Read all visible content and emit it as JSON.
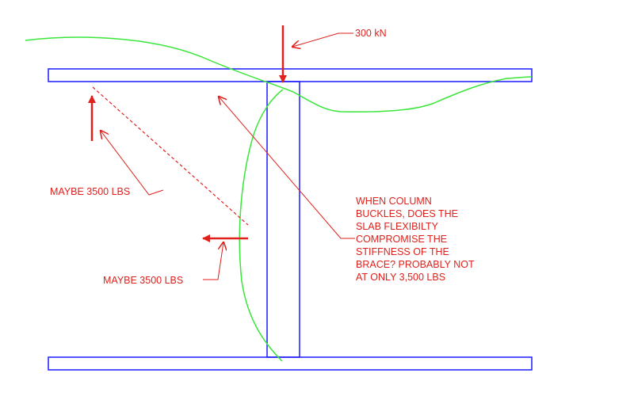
{
  "colors": {
    "structure": "#1a1aff",
    "annotation": "#e0201c",
    "deflected_shape": "#39e639",
    "background": "#ffffff"
  },
  "elements": {
    "top_slab": "slab",
    "bottom_slab": "slab",
    "column": "column",
    "brace": "brace (dashed)"
  },
  "labels": {
    "load": "300 kN",
    "maybe_upper": "MAYBE 3500 LBS",
    "maybe_lower": "MAYBE 3500 LBS",
    "question": [
      "WHEN COLUMN",
      "BUCKLES, DOES THE",
      "SLAB FLEXIBILTY",
      "COMPROMISE THE",
      "STIFFNESS OF THE",
      "BRACE?  PROBABLY NOT",
      "AT ONLY 3,500 LBS"
    ]
  }
}
